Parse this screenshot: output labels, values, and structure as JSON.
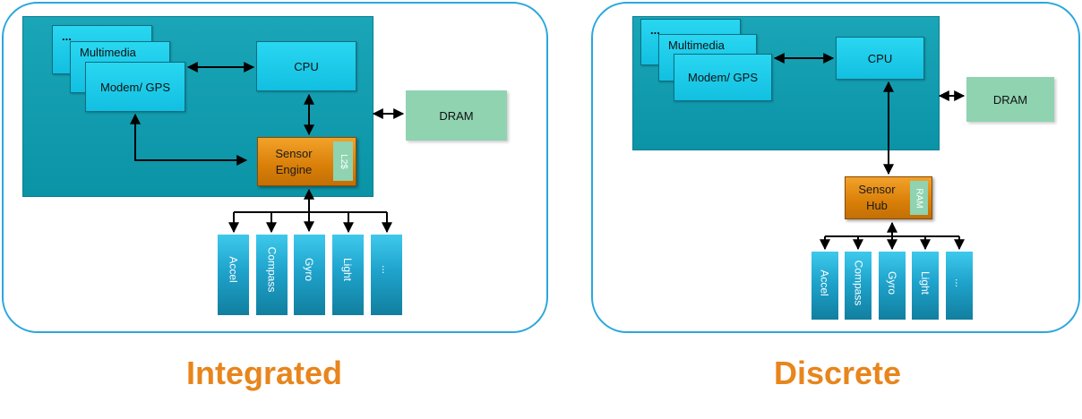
{
  "integrated": {
    "caption": "Integrated",
    "stack_top": "...",
    "multimedia": "Multimedia",
    "modem": "Modem/ GPS",
    "cpu": "CPU",
    "dram": "DRAM",
    "engine": "Sensor\nEngine",
    "engine_mem": "L2$",
    "sensors": [
      "Accel",
      "Compass",
      "Gyro",
      "Light",
      "..."
    ]
  },
  "discrete": {
    "caption": "Discrete",
    "stack_top": "...",
    "multimedia": "Multimedia",
    "modem": "Modem/ GPS",
    "cpu": "CPU",
    "dram": "DRAM",
    "hub": "Sensor\nHub",
    "hub_mem": "RAM",
    "sensors": [
      "Accel",
      "Compass",
      "Gyro",
      "Light",
      "..."
    ]
  },
  "colors": {
    "panel_border": "#2aa7dd",
    "soc_fill": "#0b93a6",
    "dram_fill": "#8fd3b1",
    "engine_fill": "#d97f08",
    "caption_color": "#e8851c"
  }
}
